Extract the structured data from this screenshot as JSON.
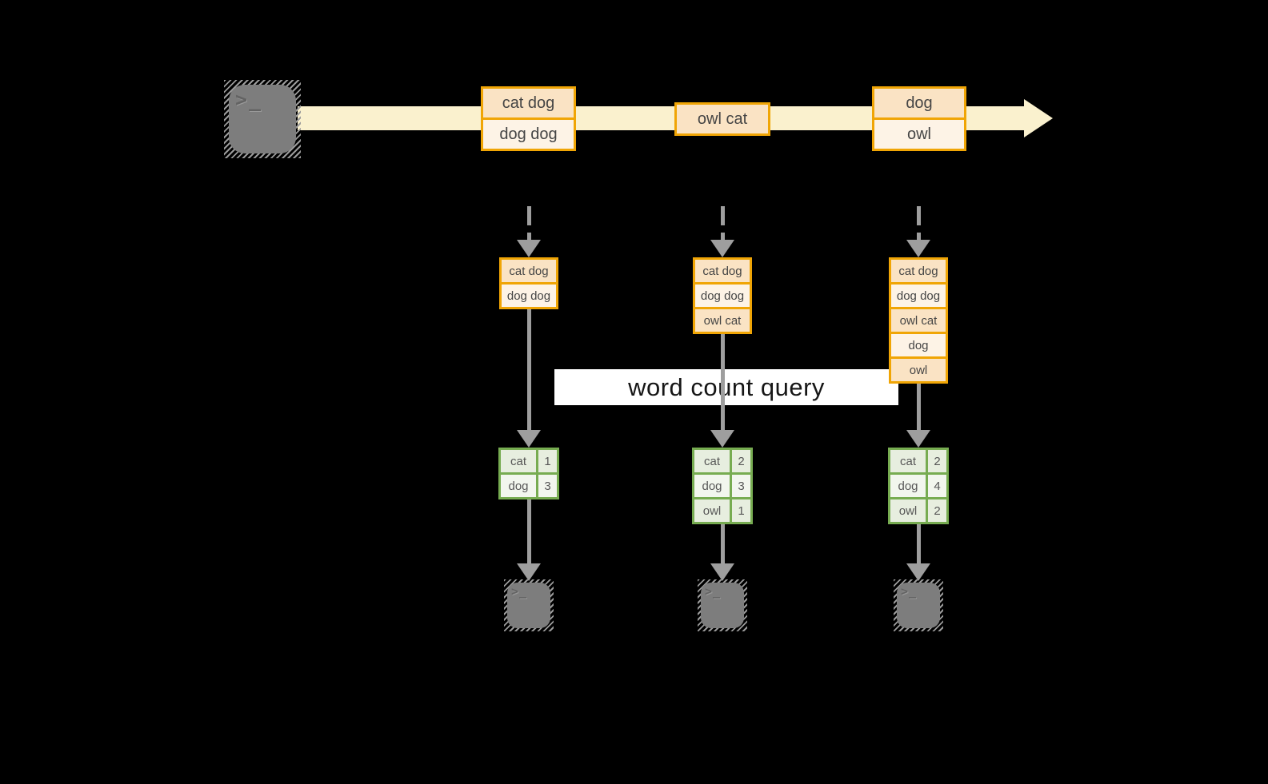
{
  "diagram": {
    "banner": {
      "label": "word count query"
    },
    "source_terminal": {
      "glyph": ">_"
    },
    "stream_messages": [
      {
        "lines": [
          "cat dog",
          "dog dog"
        ]
      },
      {
        "lines": [
          "owl cat"
        ]
      },
      {
        "lines": [
          "dog",
          "owl"
        ]
      }
    ],
    "columns": [
      {
        "buffer": [
          "cat dog",
          "dog dog"
        ],
        "counts": [
          {
            "word": "cat",
            "count": "1"
          },
          {
            "word": "dog",
            "count": "3"
          }
        ],
        "terminal_glyph": ">_"
      },
      {
        "buffer": [
          "cat dog",
          "dog dog",
          "owl cat"
        ],
        "counts": [
          {
            "word": "cat",
            "count": "2"
          },
          {
            "word": "dog",
            "count": "3"
          },
          {
            "word": "owl",
            "count": "1"
          }
        ],
        "terminal_glyph": ">_"
      },
      {
        "buffer": [
          "cat dog",
          "dog dog",
          "owl cat",
          "dog",
          "owl"
        ],
        "counts": [
          {
            "word": "cat",
            "count": "2"
          },
          {
            "word": "dog",
            "count": "4"
          },
          {
            "word": "owl",
            "count": "2"
          }
        ],
        "terminal_glyph": ">_"
      }
    ],
    "colors": {
      "orange_border": "#F0A505",
      "orange_fill_dark": "#FAE3C4",
      "orange_fill_light": "#FDF3E6",
      "stream_band": "#FAF1CE",
      "green_border": "#77AC51",
      "green_fill_dark": "#E7EEDF",
      "green_fill_light": "#F2F6EE",
      "arrow_gray": "#9E9E9E",
      "terminal_gray": "#7D7D7D",
      "background": "#000000"
    }
  }
}
